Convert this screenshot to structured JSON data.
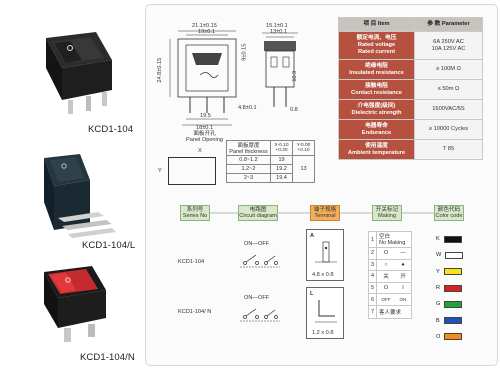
{
  "products": [
    {
      "label": "KCD1-104",
      "color": "#1d1d1d"
    },
    {
      "label": "KCD1-104/L",
      "color": "#1b2a33"
    },
    {
      "label": "KCD1-104/N",
      "color": "#b0252a"
    }
  ],
  "drawing": {
    "front_dims": {
      "top": "21.1±0.15",
      "mid": "19±0.1",
      "height": "24.8±0.15",
      "side": "9±0.15",
      "bottom": "19.5",
      "base": "18±0.1",
      "pin": "4.8±0.1"
    },
    "side_dims": {
      "top": "15.1±0.1",
      "mid": "13±0.1",
      "height": "10.9",
      "pin": "0.8"
    },
    "panel": {
      "title_cn": "面板开孔",
      "title_en": "Panel Opening",
      "x": "X",
      "y": "Y"
    },
    "thickness": {
      "title_cn": "面板厚度",
      "title_en": "Panel thickness",
      "x_header": "X-0.10 +0.20",
      "y_header": "Y-0.00 +0.10",
      "rows": [
        {
          "range": "0.8~1.2",
          "x": "19"
        },
        {
          "range": "1.2~2",
          "x": "19.2"
        },
        {
          "range": "2~3",
          "x": "19.4"
        }
      ],
      "y": "13"
    }
  },
  "spec_table": {
    "header": {
      "item_cn": "项 目",
      "item_en": "Item",
      "param_cn": "参 数",
      "param_en": "Parameter"
    },
    "rows": [
      {
        "cn": "额定电流、电压",
        "en1": "Rated voltage",
        "en2": "Rated current",
        "value1": "6A  250V AC",
        "value2": "10A  125V AC"
      },
      {
        "cn": "绝缘电阻",
        "en1": "Insulated resistance",
        "en2": "",
        "value1": "≥ 100M Ω",
        "value2": ""
      },
      {
        "cn": "接触电阻",
        "en1": "Contact resistance",
        "en2": "",
        "value1": "≤ 50m Ω",
        "value2": ""
      },
      {
        "cn": "介电强度(级间)",
        "en1": "Dielectric strength",
        "en2": "",
        "value1": "1500VAC/5S",
        "value2": ""
      },
      {
        "cn": "电器寿命",
        "en1": "Endurance",
        "en2": "",
        "value1": "≥ 10000 Cycles",
        "value2": ""
      },
      {
        "cn": "使用温度",
        "en1": "Ambient temperature",
        "en2": "",
        "value1": "T 85",
        "value2": ""
      }
    ]
  },
  "options": {
    "series": {
      "cn": "系列号",
      "en": "Series No"
    },
    "circuit": {
      "cn": "电路图",
      "en": "Circuit diagram"
    },
    "terminal": {
      "cn": "端子规格",
      "en": "Terminal"
    },
    "making": {
      "cn": "开关标记",
      "en": "Making"
    },
    "color_code": {
      "cn": "颜色代码",
      "en": "Color code"
    },
    "models": [
      {
        "name": "KCD1-104",
        "circuit": "ON—OFF"
      },
      {
        "name": "KCD1-104/ N",
        "circuit": "ON—OFF"
      }
    ],
    "terminals": [
      {
        "letter": "A",
        "size": "4.8 x 0.8"
      },
      {
        "letter": "L",
        "size": "1.2 x 0.8"
      }
    ],
    "markings": [
      {
        "num": "1",
        "text": "空白",
        "text2": "No Making",
        "symbol": ""
      },
      {
        "num": "2",
        "text": "O",
        "text2": "",
        "symbol": "—"
      },
      {
        "num": "3",
        "text": "○",
        "text2": "",
        "symbol": "●"
      },
      {
        "num": "4",
        "text": "关",
        "text2": "",
        "symbol": "开"
      },
      {
        "num": "5",
        "text": "O",
        "text2": "",
        "symbol": "I"
      },
      {
        "num": "6",
        "text": "OFF",
        "text2": "",
        "symbol": "ON"
      },
      {
        "num": "7",
        "text": "客人要求",
        "text2": "",
        "symbol": ""
      }
    ],
    "colors": [
      {
        "letter": "K",
        "hex": "#111111"
      },
      {
        "letter": "W",
        "hex": "#ffffff"
      },
      {
        "letter": "Y",
        "hex": "#f4e21a"
      },
      {
        "letter": "R",
        "hex": "#d92222"
      },
      {
        "letter": "G",
        "hex": "#22a33a"
      },
      {
        "letter": "B",
        "hex": "#1f4fc4"
      },
      {
        "letter": "O",
        "hex": "#f28a1d"
      }
    ]
  }
}
